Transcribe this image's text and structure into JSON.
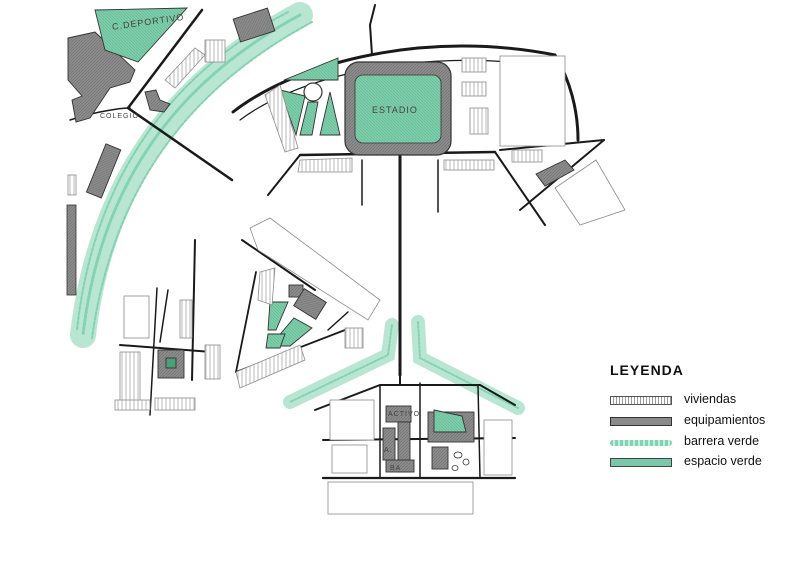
{
  "labels": {
    "deportivo": "C.DEPORTIVO",
    "estadio": "ESTADIO",
    "colegio": "COLEGIO",
    "cultura": "ACTIVO",
    "municipal": "A.",
    "ba": "BA"
  },
  "legend": {
    "title": "LEYENDA",
    "items": [
      {
        "label": "viviendas",
        "icon": "hatched-bar"
      },
      {
        "label": "equipamientos",
        "icon": "gray-bar"
      },
      {
        "label": "barrera verde",
        "icon": "green-dotted-band"
      },
      {
        "label": "espacio verde",
        "icon": "green-bar"
      }
    ]
  },
  "colors": {
    "road": "#1a1a1a",
    "equipment": "#8a8a8a",
    "green_space": "#79c9a8",
    "green_barrier": "#9ad9bf",
    "housing_stroke": "#8c8c8c"
  }
}
